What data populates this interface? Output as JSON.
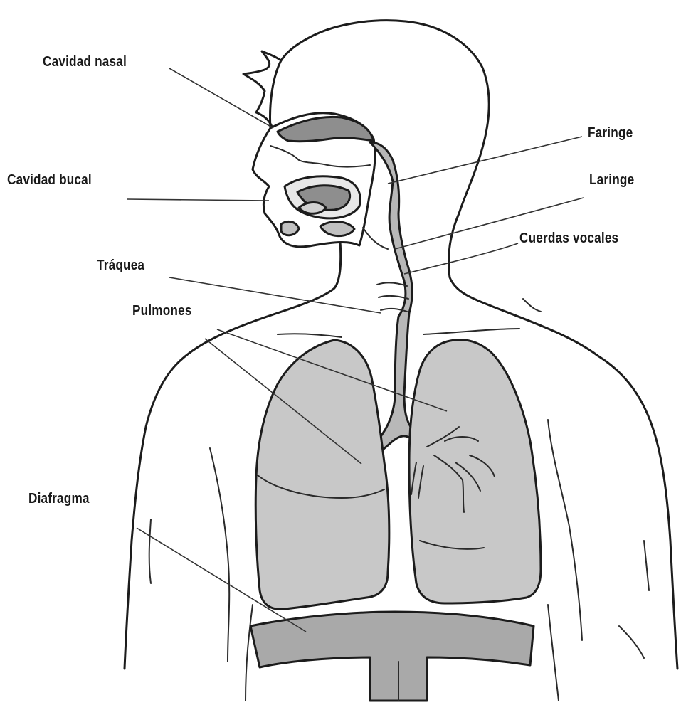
{
  "labels": {
    "cavidad_nasal": "Cavidad nasal",
    "cavidad_bucal": "Cavidad bucal",
    "traquea": "Tráquea",
    "pulmones": "Pulmones",
    "diafragma": "Diafragma",
    "faringe": "Faringe",
    "laringe": "Laringe",
    "cuerdas_vocales": "Cuerdas vocales"
  },
  "colors": {
    "lung_fill": "#c8c8c8",
    "airway_fill": "#b8b8b8",
    "nasal_fill": "#8e8e8e",
    "diaphragm_fill": "#a9a9a9",
    "line": "#1c1c1c"
  }
}
